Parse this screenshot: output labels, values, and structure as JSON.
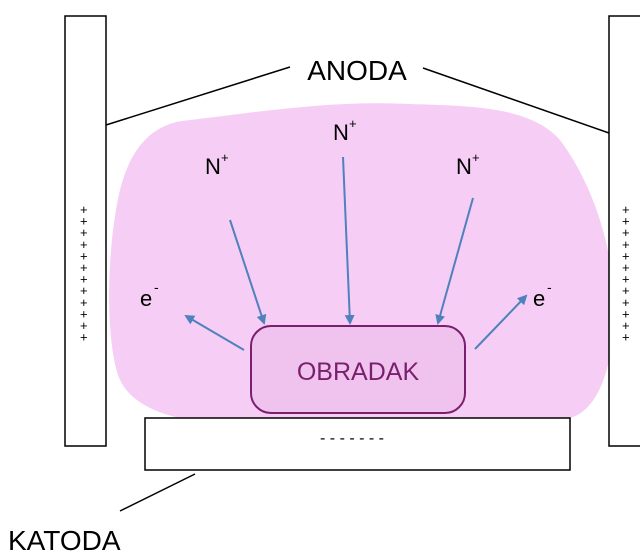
{
  "labels": {
    "anode": "ANODA",
    "cathode": "KATODA",
    "workpiece": "OBRADAK",
    "cathode_charge": "- - - - - - -",
    "ion_base": "N",
    "ion_charge": "+",
    "electron_base": "e",
    "electron_charge": "-"
  },
  "anode_plus_signs": [
    "+",
    "+",
    "+",
    "+",
    "+",
    "+",
    "+",
    "+",
    "+",
    "+",
    "+",
    "+"
  ],
  "colors": {
    "plasma": "#f6cdf5",
    "workpiece_fill": "#f0c3ee",
    "workpiece_stroke": "#7a1f6e",
    "arrow": "#4f81bd",
    "outline": "#000000",
    "text": "#000000"
  }
}
